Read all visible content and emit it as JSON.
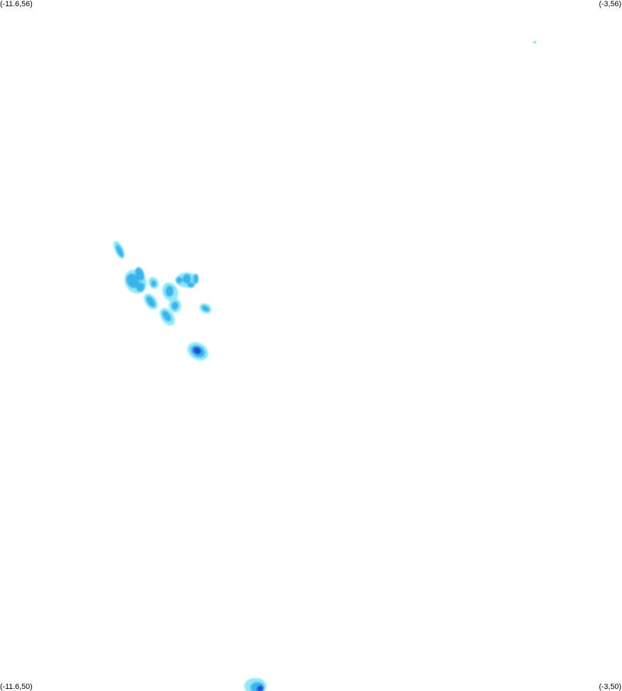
{
  "map": {
    "bounds": {
      "lon_min": -11.6,
      "lon_max": -3,
      "lat_min": 50,
      "lat_max": 56
    },
    "corner_labels": {
      "top_left": "(-11.6,56)",
      "top_right": "(-3,56)",
      "bottom_left": "(-11.6,50)",
      "bottom_right": "(-3,50)"
    },
    "colors": {
      "background": "#ffffff",
      "density_low": "#8ee8f5",
      "density_mid": "#39b4ec",
      "density_high": "#1a4fd8",
      "label_text": "#000000"
    }
  }
}
